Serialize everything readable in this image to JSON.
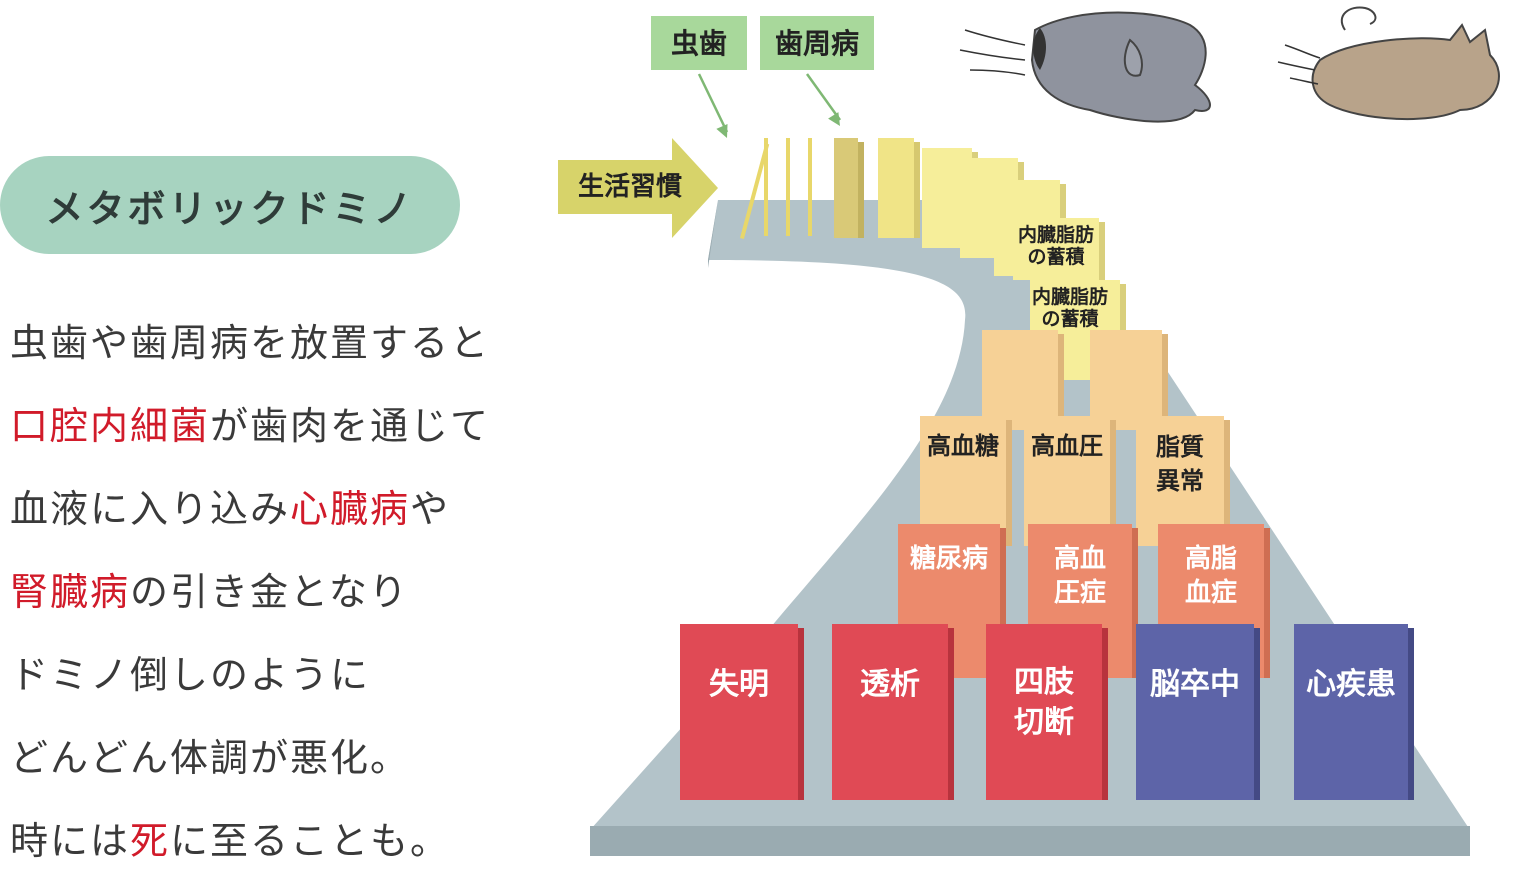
{
  "title_pill": "メタボリックドミノ",
  "paragraph": [
    [
      {
        "t": "虫歯や歯周病を放置すると",
        "red": false
      }
    ],
    [
      {
        "t": "口腔内細菌",
        "red": true
      },
      {
        "t": "が歯肉を通じて",
        "red": false
      }
    ],
    [
      {
        "t": "血液に入り込み",
        "red": false
      },
      {
        "t": "心臓病",
        "red": true
      },
      {
        "t": "や",
        "red": false
      }
    ],
    [
      {
        "t": "腎臓病",
        "red": true
      },
      {
        "t": "の引き金となり",
        "red": false
      }
    ],
    [
      {
        "t": "ドミノ倒しのように",
        "red": false
      }
    ],
    [
      {
        "t": "どんどん体調が悪化。",
        "red": false
      }
    ],
    [
      {
        "t": "時には",
        "red": false
      },
      {
        "t": "死",
        "red": true
      },
      {
        "t": "に至ることも。",
        "red": false
      }
    ]
  ],
  "diagram": {
    "start_arrow": "生活習慣",
    "top_labels": [
      "虫歯",
      "歯周病"
    ],
    "visceral_fat": [
      "内臓脂肪\nの蓄積",
      "内臓脂肪\nの蓄積"
    ],
    "row_lifestyle": [
      "高血糖",
      "高血圧",
      "脂質\n異常"
    ],
    "row_disease": [
      "糖尿病",
      "高血\n圧症",
      "高脂\n血症"
    ],
    "row_final": [
      "失明",
      "透析",
      "四肢\n切断",
      "脳卒中",
      "心疾患"
    ],
    "colors": {
      "label_green": "#a8d89b",
      "path": "#b3c3c9",
      "path_edge": "#9aabb1",
      "yellow": "#f6ee9a",
      "tan": "#f6d196",
      "salmon": "#ec8a6c",
      "red": "#e04a55",
      "blue": "#5d64a8",
      "dog": "#8f939e",
      "cat": "#b8a38a"
    }
  }
}
